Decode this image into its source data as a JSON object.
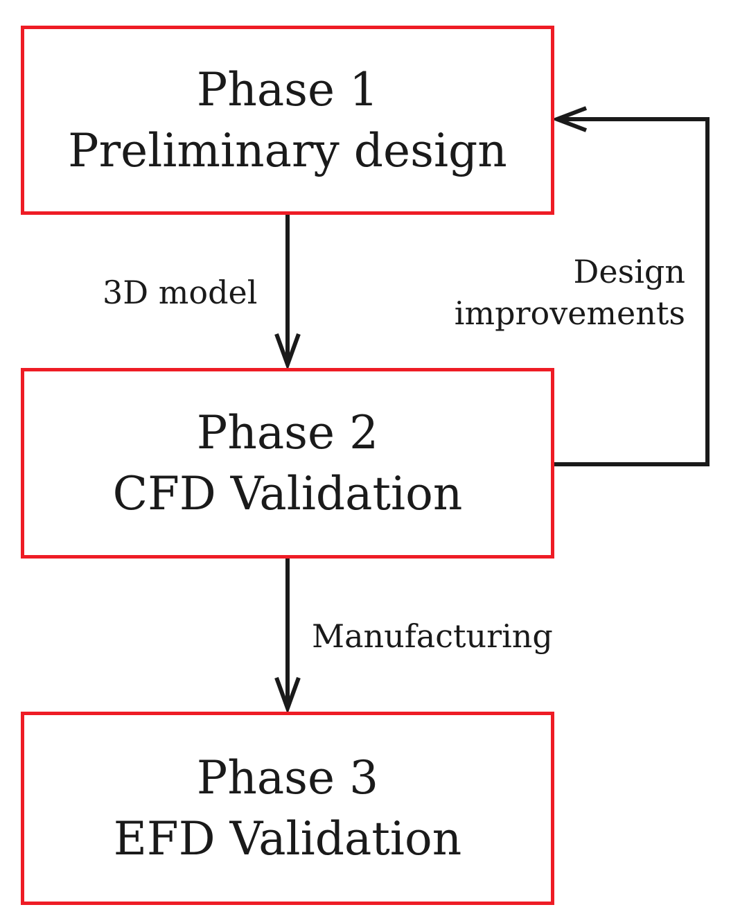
{
  "phases": [
    {
      "title": "Phase 1",
      "subtitle": "Preliminary design"
    },
    {
      "title": "Phase 2",
      "subtitle": "CFD Validation"
    },
    {
      "title": "Phase 3",
      "subtitle": "EFD Validation"
    }
  ],
  "edges": {
    "phase1_to_phase2": "3D model",
    "phase2_to_phase3": "Manufacturing",
    "feedback_line1": "Design",
    "feedback_line2": "improvements"
  },
  "colors": {
    "box_border": "#ee1c25",
    "arrow": "#1a1a1a",
    "text": "#1a1a1a"
  }
}
